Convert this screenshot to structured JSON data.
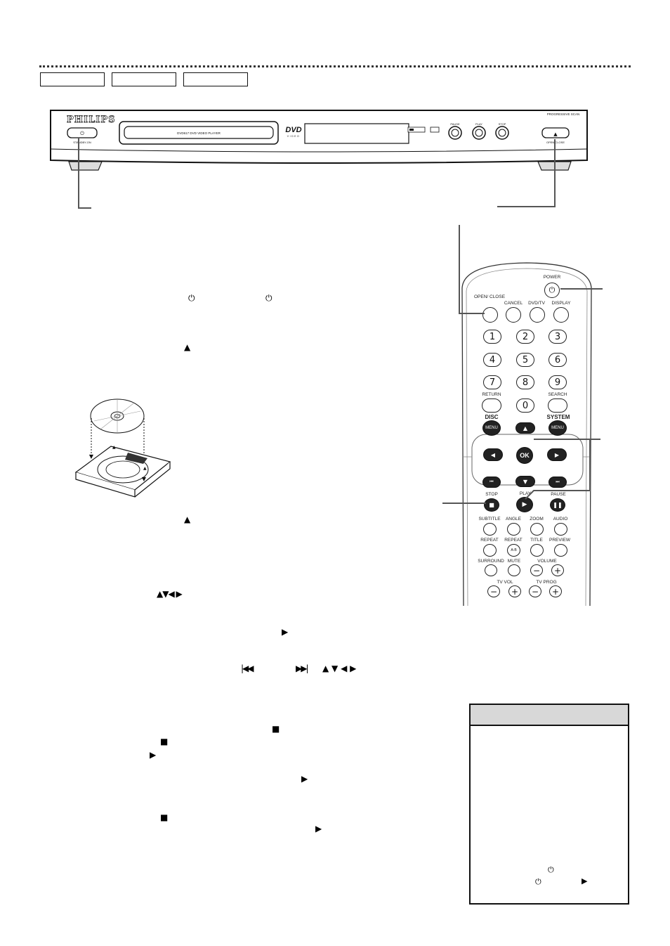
{
  "header": {
    "tabs": [
      "",
      "",
      ""
    ]
  },
  "player": {
    "brand": "PHILIPS",
    "model_label": "DVD617   DVD VIDEO PLAYER",
    "logo": "DVD",
    "logo_sub": "VIDEO",
    "progressive": "PROGRESSIVE SCAN",
    "standby_label": "STANDBY-ON",
    "open_label": "OPEN/CLOSE",
    "buttons": [
      "PAUSE",
      "PLAY",
      "STOP"
    ]
  },
  "remote": {
    "power": "POWER",
    "top_row": [
      "OPEN/ CLOSE",
      "CANCEL",
      "DVD/TV",
      "DISPLAY"
    ],
    "digits": [
      "1",
      "2",
      "3",
      "4",
      "5",
      "6",
      "7",
      "8",
      "9",
      "0"
    ],
    "return": "RETURN",
    "search": "SEARCH",
    "disc": "DISC",
    "system": "SYSTEM",
    "menu": "MENU",
    "ok": "OK",
    "stop": "STOP",
    "play": "PLAY",
    "pause": "PAUSE",
    "row_subtitle": [
      "SUBTITLE",
      "ANGLE",
      "ZOOM",
      "AUDIO"
    ],
    "row_repeat": [
      "REPEAT",
      "REPEAT",
      "TITLE",
      "PREVIEW"
    ],
    "ab": "A-B",
    "surround": "SURROUND",
    "mute": "MUTE",
    "volume": "VOLUME",
    "tv_vol": "TV VOL",
    "tv_prog": "TV PROG"
  },
  "body_glyphs": {
    "standby": "⏻",
    "eject": "▲",
    "nav_arrows": "▲▼◀ ▶",
    "play": "▶",
    "skip_prev": "|◀◀",
    "skip_next": "▶▶|",
    "nav_arrows_spaced": "▲ ▼ ◀ ▶",
    "stop": "■"
  },
  "icons": [
    "standby-icon",
    "eject-icon",
    "play-icon",
    "stop-icon",
    "skip-previous-icon",
    "skip-next-icon",
    "arrow-up-icon",
    "arrow-down-icon",
    "arrow-left-icon",
    "arrow-right-icon"
  ]
}
